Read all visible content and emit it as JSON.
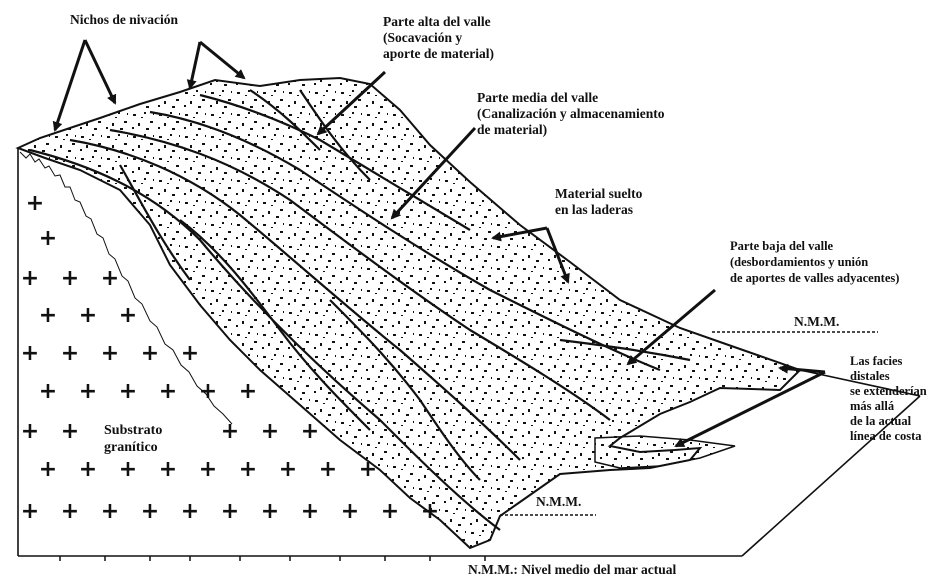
{
  "figure": {
    "colors": {
      "ink": "#111111",
      "paper": "#ffffff"
    },
    "labels": {
      "nichos": "Nichos de nivación",
      "parte_alta": [
        "Parte alta del valle",
        "(Socavación y",
        "aporte de material)"
      ],
      "parte_media": [
        "Parte media del valle",
        "(Canalización y almacenamiento",
        "de material)"
      ],
      "material_suelto": [
        "Material suelto",
        "en las laderas"
      ],
      "parte_baja": [
        "Parte baja del valle",
        "(desbordamientos y unión",
        "de aportes de valles adyacentes)"
      ],
      "nmm_upper": "N.M.M.",
      "nmm_lower": "N.M.M.",
      "facies": [
        "Las facies",
        "distales",
        "se extenderían",
        "más allá",
        "de la actual",
        "línea de costa"
      ],
      "substrato": [
        "Substrato",
        "granítico"
      ],
      "legend": "N.M.M.: Nivel medio del mar actual"
    },
    "symbols": {
      "substrate_mark": "+"
    }
  }
}
